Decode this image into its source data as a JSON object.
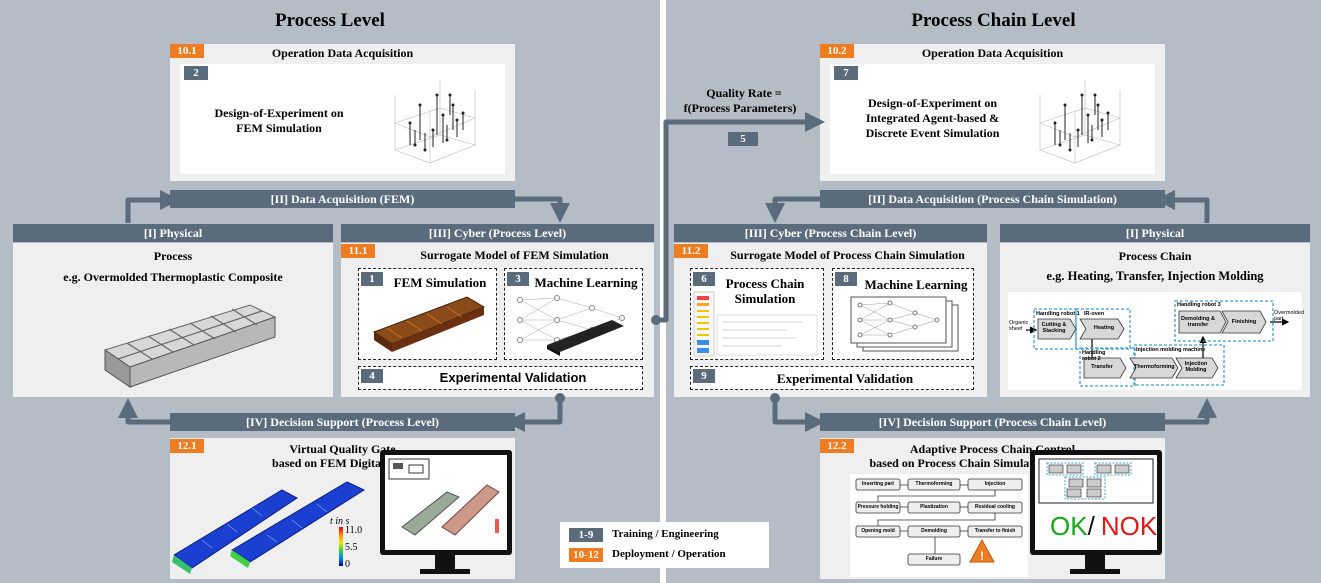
{
  "left": {
    "title": "Process Level",
    "oda": {
      "badge": "10.1",
      "title": "Operation Data Acquisition",
      "step": "2",
      "text": "Design-of-Experiment on FEM Simulation"
    },
    "bar_acq": "[II] Data Acquisition (FEM)",
    "bar_phys": "[I] Physical",
    "bar_cyber": "[III] Cyber (Process Level)",
    "physical": {
      "title": "Process",
      "subtitle": "e.g. Overmolded Thermoplastic Composite"
    },
    "surrogate": {
      "badge": "11.1",
      "title": "Surrogate Model of FEM Simulation",
      "fem_step": "1",
      "fem_label": "FEM Simulation",
      "ml_step": "3",
      "ml_label": "Machine Learning",
      "val_step": "4",
      "val_label": "Experimental Validation"
    },
    "bar_decision": "[IV] Decision Support (Process Level)",
    "gate": {
      "badge": "12.1",
      "title": "Virtual Quality Gate",
      "subtitle": "based on FEM Digital Twin",
      "scale_title": "t in s",
      "scale_max": "11.0",
      "scale_mid": "5.5",
      "scale_min": "0"
    }
  },
  "middle": {
    "quality_label": "Quality Rate =",
    "quality_formula": "f(Process Parameters)",
    "step": "5"
  },
  "right": {
    "title": "Process Chain Level",
    "oda": {
      "badge": "10.2",
      "title": "Operation Data Acquisition",
      "step": "7",
      "text": "Design-of-Experiment on Integrated Agent-based & Discrete Event Simulation"
    },
    "bar_acq": "[II] Data Acquisition (Process Chain Simulation)",
    "bar_cyber": "[III] Cyber (Process Chain Level)",
    "bar_phys": "[I] Physical",
    "surrogate": {
      "badge": "11.2",
      "title": "Surrogate Model of Process Chain Simulation",
      "sim_step": "6",
      "sim_label": "Process Chain Simulation",
      "ml_step": "8",
      "ml_label": "Machine Learning",
      "val_step": "9",
      "val_label": "Experimental Validation"
    },
    "physical": {
      "title": "Process Chain",
      "subtitle": "e.g. Heating, Transfer, Injection Molding",
      "chain": {
        "in_label": "Organic sheet",
        "out_label": "Overmolded part",
        "robot1": "Handling robot 1",
        "ir": "IR-oven",
        "robot2": "Handling robot 2",
        "robot3": "Handling robot 3",
        "imm": "Injection molding machine",
        "s1": "Cutting & Stacking",
        "s2": "Heating",
        "s3": "Transfer",
        "s4": "Thermoforming",
        "s5": "Injection Molding",
        "s6": "Demolding & transfer",
        "s7": "Finishing"
      }
    },
    "bar_decision": "[IV] Decision Support (Process Chain Level)",
    "adaptive": {
      "badge": "12.2",
      "title": "Adaptive Process Chain Control",
      "subtitle": "based on Process Chain Simulation Digital Twin",
      "flow": [
        "Inserting part",
        "Thermoforming",
        "Injection",
        "Pressure holding",
        "Plastization",
        "Residual cooling",
        "Opening mold",
        "Demolding",
        "Transfer to finish",
        "Failure"
      ],
      "ok": "OK",
      "slash": "/",
      "nok": "NOK"
    }
  },
  "legend": {
    "b1": "1-9",
    "l1": "Training / Engineering",
    "b2": "10-12",
    "l2": "Deployment / Operation"
  },
  "colors": {
    "dark": "#5a6b7b",
    "orange": "#f07c22",
    "bg": "#b4bdc6",
    "arrow": "#5a6b7b",
    "ok": "#18a818",
    "nok": "#e01a1a",
    "blue": "#3fa0d0"
  }
}
